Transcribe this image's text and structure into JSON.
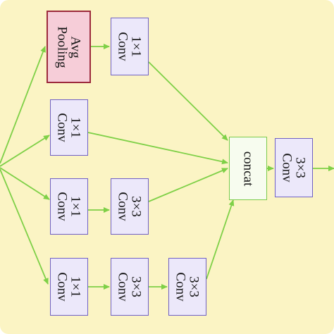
{
  "nodes": {
    "avg_pool": {
      "line1": "Avg",
      "line2": "Pooling"
    },
    "conv_pool": {
      "line1": "1×1",
      "line2": "Conv"
    },
    "conv_b2": {
      "line1": "1×1",
      "line2": "Conv"
    },
    "conv_b3a": {
      "line1": "1×1",
      "line2": "Conv"
    },
    "conv_b3b": {
      "line1": "3×3",
      "line2": "Conv"
    },
    "conv_b4a": {
      "line1": "1×1",
      "line2": "Conv"
    },
    "conv_b4b": {
      "line1": "3×3",
      "line2": "Conv"
    },
    "conv_b4c": {
      "line1": "3×3",
      "line2": "Conv"
    },
    "concat": {
      "label": "concat"
    },
    "conv_out": {
      "line1": "3×3",
      "line2": "Conv"
    }
  },
  "colors": {
    "background": "#fbf4c4",
    "arrow": "#7ed047",
    "conv_border": "#6f60c4",
    "conv_fill": "#ece8fa",
    "pool_border": "#9c2a3c",
    "pool_fill": "#f6cdd8",
    "concat_border": "#7acb4a"
  }
}
